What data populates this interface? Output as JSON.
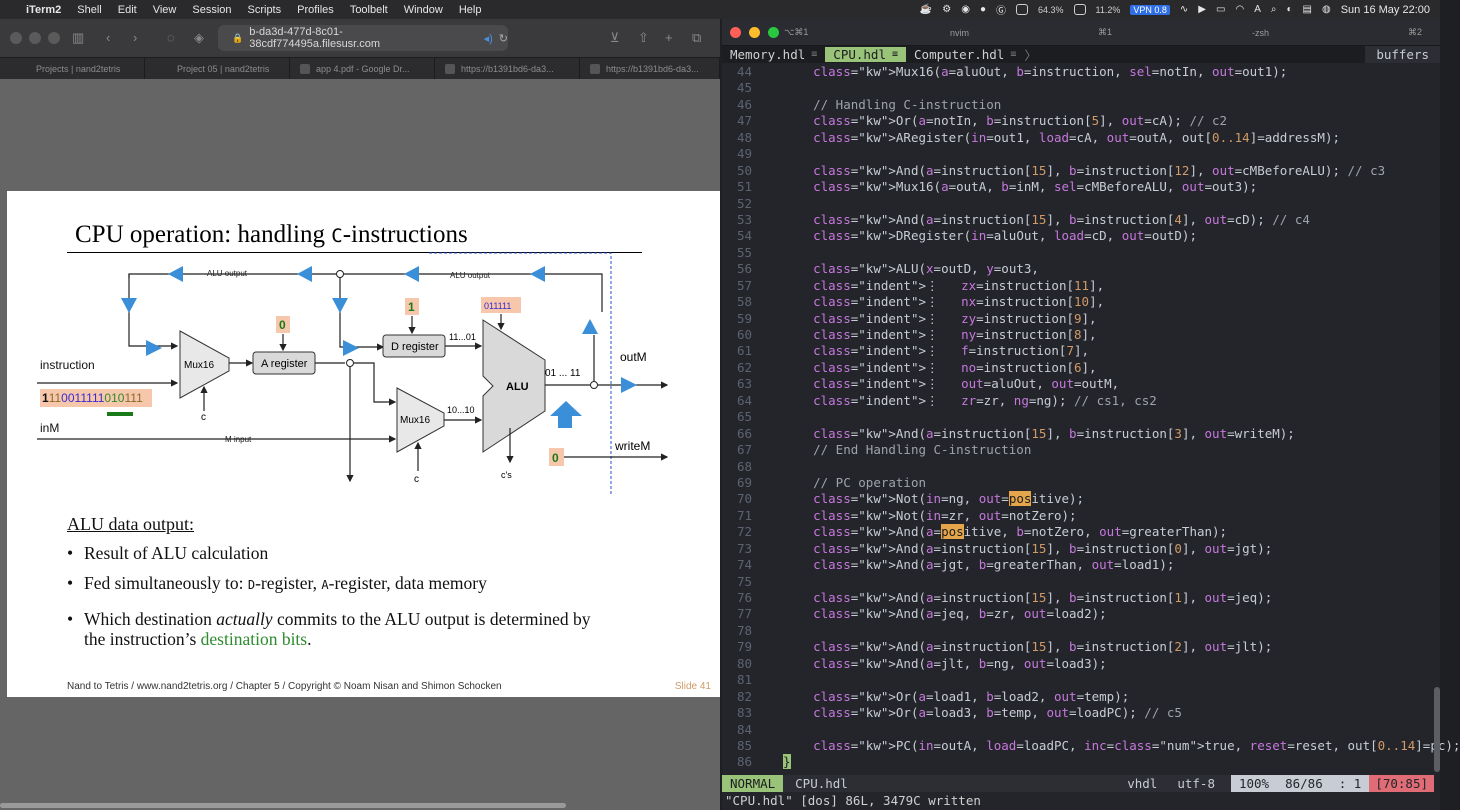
{
  "menubar": {
    "app": "iTerm2",
    "items": [
      "Shell",
      "Edit",
      "View",
      "Session",
      "Scripts",
      "Profiles",
      "Toolbelt",
      "Window",
      "Help"
    ],
    "cpu": "64.3%",
    "mem": "11.2%",
    "vpn": "VPN 0.8",
    "datetime": "Sun 16 May  22:00"
  },
  "browser": {
    "url": "b-da3d-477d-8c01-38cdf774495a.filesusr.com",
    "tabs": [
      "Projects | nand2tetris",
      "Project 05 | nand2tetris",
      "app 4.pdf - Google Dr...",
      "https://b1391bd6-da3...",
      "https://b1391bd6-da3..."
    ]
  },
  "slide": {
    "title_pre": "CPU operation: handling ",
    "title_code": "C",
    "title_post": "-instructions",
    "diagram": {
      "alu_output_left": "ALU output",
      "alu_output_right": "ALU output",
      "instruction": "instruction",
      "inM": "inM",
      "mux_a": "Mux16",
      "mux_b": "Mux16",
      "a_register": "A register",
      "d_register": "D register",
      "alu": "ALU",
      "one": "1",
      "zero_top": "0",
      "zero_bottom": "0",
      "c1": "c",
      "c2": "c",
      "cs": "c's",
      "alu_bits": "011111",
      "eleven01": "11...01",
      "ten10": "10...10",
      "o111": "01 ... 11",
      "m_input": "M input",
      "outM": "outM",
      "writeM": "writeM",
      "inst_bits": [
        "1",
        "1",
        "1",
        "0",
        "0",
        "1",
        "1",
        "1",
        "1",
        "1",
        "0",
        "1",
        "0",
        "1",
        "1",
        "1"
      ]
    },
    "alu_heading": "ALU data output:",
    "bullet1": "Result of ALU calculation",
    "bullet2_pre": "Fed simultaneously to: ",
    "bullet2_d": "D",
    "bullet2_mid": "-register, ",
    "bullet2_a": "A",
    "bullet2_post": "-register, data memory",
    "bullet3_pre": "Which destination ",
    "bullet3_em": "actually",
    "bullet3_post": " commits to the ALU output is determined by",
    "bullet3_line2_pre": "the instruction’s ",
    "bullet3_green": "destination bits",
    "bullet3_line2_post": ".",
    "footer": "Nand to Tetris / www.nand2tetris.org / Chapter 5 / Copyright © Noam Nisan and Shimon Schocken",
    "slide_num": "Slide 41"
  },
  "terminal": {
    "tab1": "⌥⌘1",
    "tab1_name": "nvim",
    "tab1_key": "⌘1",
    "tab2_name": "-zsh",
    "tab2_key": "⌘2",
    "buffers": [
      "Memory.hdl",
      "CPU.hdl",
      "Computer.hdl"
    ],
    "buffers_label": "buffers",
    "code": [
      "44|    Mux16(a=aluOut, b=instruction, sel=notIn, out=out1);",
      "45|",
      "46|    // Handling C-instruction",
      "47|    Or(a=notIn, b=instruction[5], out=cA); // c2",
      "48|    ARegister(in=out1, load=cA, out=outA, out[0..14]=addressM);",
      "49|",
      "50|    And(a=instruction[15], b=instruction[12], out=cMBeforeALU); // c3",
      "51|    Mux16(a=outA, b=inM, sel=cMBeforeALU, out=out3);",
      "52|",
      "53|    And(a=instruction[15], b=instruction[4], out=cD); // c4",
      "54|    DRegister(in=aluOut, load=cD, out=outD);",
      "55|",
      "56|    ALU(x=outD, y=out3,",
      "57|        zx=instruction[11],",
      "58|        nx=instruction[10],",
      "59|        zy=instruction[9],",
      "60|        ny=instruction[8],",
      "61|        f=instruction[7],",
      "62|        no=instruction[6],",
      "63|        out=aluOut, out=outM,",
      "64|        zr=zr, ng=ng); // cs1, cs2",
      "65|",
      "66|    And(a=instruction[15], b=instruction[3], out=writeM);",
      "67|    // End Handling C-instruction",
      "68|",
      "69|    // PC operation",
      "70|    Not(in=ng, out=positive);",
      "71|    Not(in=zr, out=notZero);",
      "72|    And(a=positive, b=notZero, out=greaterThan);",
      "73|    And(a=instruction[15], b=instruction[0], out=jgt);",
      "74|    And(a=jgt, b=greaterThan, out=load1);",
      "75|",
      "76|    And(a=instruction[15], b=instruction[1], out=jeq);",
      "77|    And(a=jeq, b=zr, out=load2);",
      "78|",
      "79|    And(a=instruction[15], b=instruction[2], out=jlt);",
      "80|    And(a=jlt, b=ng, out=load3);",
      "81|",
      "82|    Or(a=load1, b=load2, out=temp);",
      "83|    Or(a=load3, b=temp, out=loadPC); // c5",
      "84|",
      "85|    PC(in=outA, load=loadPC, inc=true, reset=reset, out[0..14]=pc);",
      "86|}"
    ],
    "status": {
      "mode": "NORMAL",
      "file": "CPU.hdl",
      "filetype": "vhdl",
      "encoding": "utf-8",
      "percent": "100%",
      "position": "86/86",
      "col": ":  1",
      "warning": "[70:85]"
    },
    "cmdline": "\"CPU.hdl\" [dos] 86L, 3479C written"
  }
}
